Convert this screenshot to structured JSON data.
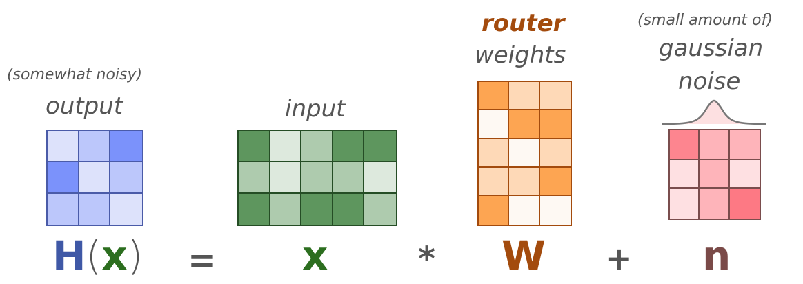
{
  "output": {
    "note": "(somewhat noisy)",
    "label": "output",
    "symbol": "H",
    "open_paren": "(",
    "arg": "x",
    "close_paren": ")",
    "border": "#4a5ba8",
    "cells": [
      [
        "#dde2fb",
        "#bcc7fb",
        "#7b92fb"
      ],
      [
        "#7b92fb",
        "#dde2fb",
        "#bcc7fb"
      ],
      [
        "#bcc7fb",
        "#bcc7fb",
        "#dde2fb"
      ]
    ]
  },
  "equals": "=",
  "input": {
    "label": "input",
    "symbol": "x",
    "border": "#254d25",
    "cells": [
      [
        "#5e965e",
        "#dde9dd",
        "#aecbae",
        "#5e965e",
        "#5e965e"
      ],
      [
        "#aecbae",
        "#dde9dd",
        "#aecbae",
        "#aecbae",
        "#dde9dd"
      ],
      [
        "#5e965e",
        "#aecbae",
        "#5e965e",
        "#5e965e",
        "#aecbae"
      ]
    ]
  },
  "times": "*",
  "weights": {
    "router_word": "router",
    "label": "weights",
    "symbol": "W",
    "border": "#a34b0d",
    "cells": [
      [
        "#fda552",
        "#fed9b7",
        "#fed9b7"
      ],
      [
        "#fef9f3",
        "#fda552",
        "#fda552"
      ],
      [
        "#fed9b7",
        "#fef9f3",
        "#fed9b7"
      ],
      [
        "#fed9b7",
        "#fed9b7",
        "#fda552"
      ],
      [
        "#fda552",
        "#fef9f3",
        "#fef9f3"
      ]
    ]
  },
  "plus": "+",
  "noise": {
    "note": "(small amount of)",
    "label_line1": "gaussian",
    "label_line2": "noise",
    "symbol": "n",
    "border": "#7a4d4d",
    "cells": [
      [
        "#fd858f",
        "#feb4ba",
        "#feb4ba"
      ],
      [
        "#fee0e2",
        "#feb4ba",
        "#fee0e2"
      ],
      [
        "#fee0e2",
        "#feb4ba",
        "#fd7984"
      ]
    ]
  },
  "colors": {
    "output_symbol": "#3f58a6",
    "x_symbol": "#2c6e1f",
    "w_symbol": "#a34b0d",
    "n_symbol": "#7a4a48",
    "operator": "#555555"
  }
}
